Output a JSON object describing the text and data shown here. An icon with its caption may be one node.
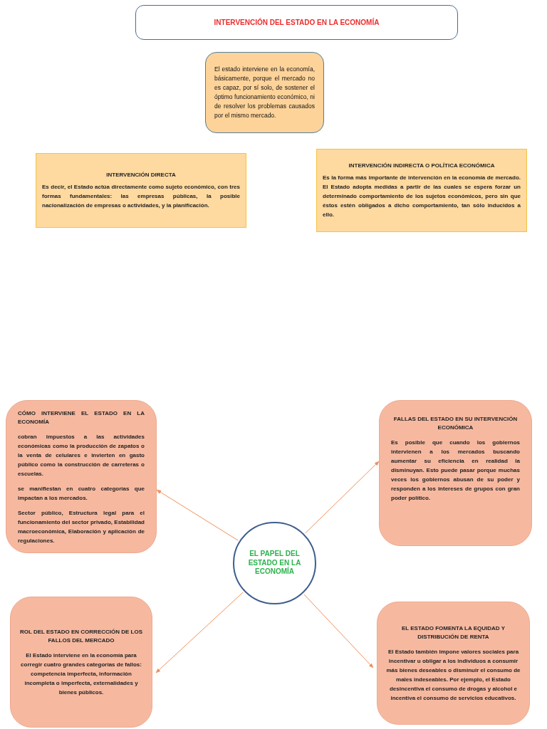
{
  "diagram": {
    "nodes": [
      {
        "text": [
          "INTERVENCIÓN DEL ESTADO EN LA ECONOMÍA"
        ]
      },
      {
        "text": [
          "El estado interviene en la economía, básicamente, porque el mercado no es capaz, por sí solo, de sostener el óptimo funcionamiento económico, ni de resolver los problemas causados por el mismo mercado."
        ]
      },
      {
        "text": [
          "INTERVENCIÓN DIRECTA",
          "Es decir, el Estado actúa directamente como sujeto económico, con tres formas fundamentales: las empresas públicas, la posible nacionalización de empresas o actividades, y la planificación."
        ]
      },
      {
        "text": [
          "INTERVENCIÓN INDIRECTA O POLÍTICA ECONÓMICA",
          "Es la forma más importante de intervención en la economía de mercado. El Estado adopta medidas a partir de las cuales se espera forzar un determinado comportamiento de los sujetos económicos, pero sin que éstos estén obligados a dicho comportamiento, tan sólo inducidos a ello."
        ]
      },
      {
        "text": [
          "EL PAPEL DEL ESTADO EN LA ECONOMÍA"
        ]
      },
      {
        "text": [
          "CÓMO INTERVIENE EL ESTADO EN LA ECONOMÍA",
          "cobran impuestos a las actividades económicas como la producción de zapatos o la venta de celulares e invierten en gasto público como la construcción de carreteras o escuelas.",
          "se manifiestan en cuatro categorías que impactan a los mercados.",
          "Sector público, Estructura legal para el funcionamiento del sector privado, Estabilidad macroeconómica, Elaboración y aplicación de regulaciones."
        ]
      },
      {
        "text": [
          "FALLAS DEL ESTADO EN SU INTERVENCIÓN ECONÓMICA",
          "Es posible que cuando los gobiernos intervienen a los mercados buscando aumentar su eficiencia en realidad la disminuyan. Esto puede pasar porque muchas veces los gobiernos abusan de su poder y responden a los intereses de grupos con gran poder político."
        ]
      },
      {
        "text": [
          "ROL DEL ESTADO EN CORRECCIÓN DE LOS FALLOS DEL MERCADO",
          "El Estado interviene en la economía para corregir cuatro grandes categorías de fallos: competencia imperfecta, información incompleta o imperfecta, externalidades y bienes públicos."
        ]
      },
      {
        "text": [
          "EL ESTADO FOMENTA LA EQUIDAD Y DISTRIBUCIÓN DE RENTA",
          "El Estado también impone valores sociales para incentivar u obligar a los individuos a consumir más bienes deseables o disminuir el consumo de males indeseables. Por ejemplo, el Estado desincentiva el consumo de drogas y alcohol e incentiva el consumo de servicios educativos."
        ]
      }
    ],
    "edges": [
      {
        "from": 4,
        "to": 5,
        "arrow": "to"
      },
      {
        "from": 4,
        "to": 6,
        "arrow": "to"
      },
      {
        "from": 4,
        "to": 7,
        "arrow": "to"
      },
      {
        "from": 4,
        "to": 8,
        "arrow": "to"
      }
    ]
  }
}
